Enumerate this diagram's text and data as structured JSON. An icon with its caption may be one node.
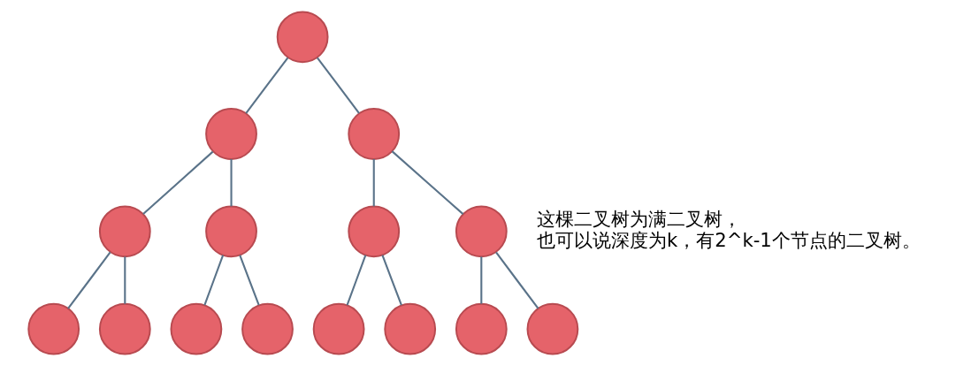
{
  "diagram": {
    "nodes": [
      {
        "text": [],
        "shape": "circle"
      },
      {
        "text": [],
        "shape": "circle"
      },
      {
        "text": [],
        "shape": "circle"
      },
      {
        "text": [],
        "shape": "circle"
      },
      {
        "text": [],
        "shape": "circle"
      },
      {
        "text": [],
        "shape": "circle"
      },
      {
        "text": [],
        "shape": "circle"
      },
      {
        "text": [],
        "shape": "circle"
      },
      {
        "text": [],
        "shape": "circle"
      },
      {
        "text": [],
        "shape": "circle"
      },
      {
        "text": [],
        "shape": "circle"
      },
      {
        "text": [],
        "shape": "circle"
      },
      {
        "text": [],
        "shape": "circle"
      },
      {
        "text": [],
        "shape": "circle"
      },
      {
        "text": [],
        "shape": "circle"
      }
    ],
    "edges": [
      {
        "from": 0,
        "to": 1,
        "arrow": "none"
      },
      {
        "from": 0,
        "to": 2,
        "arrow": "none"
      },
      {
        "from": 1,
        "to": 3,
        "arrow": "none"
      },
      {
        "from": 1,
        "to": 4,
        "arrow": "none"
      },
      {
        "from": 2,
        "to": 5,
        "arrow": "none"
      },
      {
        "from": 2,
        "to": 6,
        "arrow": "none"
      },
      {
        "from": 3,
        "to": 7,
        "arrow": "none"
      },
      {
        "from": 3,
        "to": 8,
        "arrow": "none"
      },
      {
        "from": 4,
        "to": 9,
        "arrow": "none"
      },
      {
        "from": 4,
        "to": 10,
        "arrow": "none"
      },
      {
        "from": 5,
        "to": 11,
        "arrow": "none"
      },
      {
        "from": 5,
        "to": 12,
        "arrow": "none"
      },
      {
        "from": 6,
        "to": 13,
        "arrow": "none"
      },
      {
        "from": 6,
        "to": 14,
        "arrow": "none"
      }
    ],
    "labels": [
      "这棵二叉树为满二叉树，",
      "也可以说深度为k，有2^k-1个节点的二叉树。"
    ]
  }
}
